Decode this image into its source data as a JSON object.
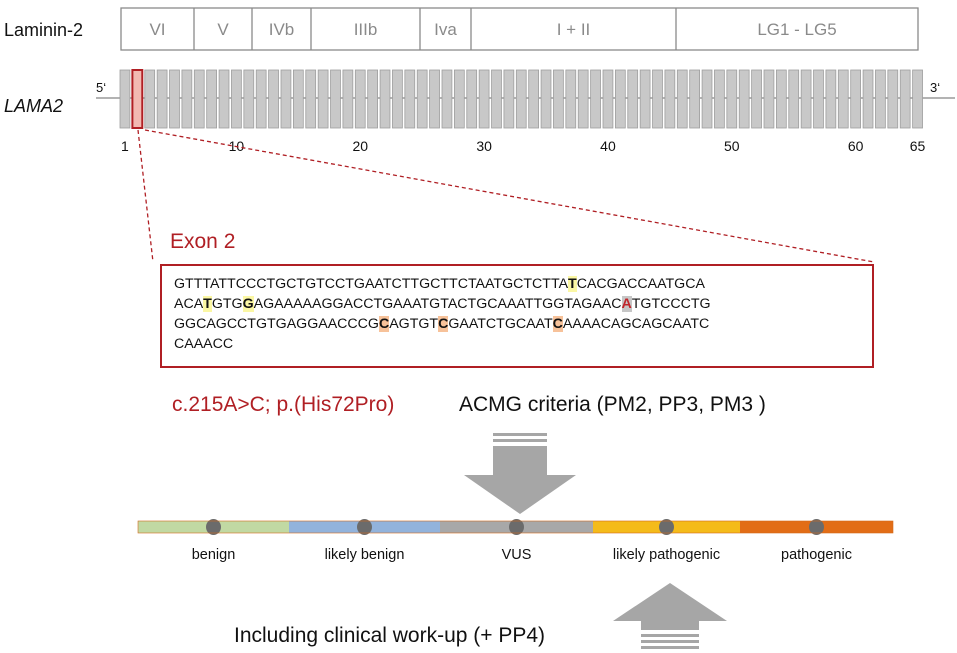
{
  "protein": {
    "label": "Laminin-2",
    "domains": [
      "VI",
      "V",
      "IVb",
      "IIIb",
      "Iva",
      "I + II",
      "LG1 - LG5"
    ]
  },
  "gene": {
    "label": "LAMA2",
    "five_prime": "5‘",
    "three_prime": "3‘",
    "exon_count": 65,
    "highlighted_exon": 2,
    "ticks": [
      "1",
      "10",
      "20",
      "30",
      "40",
      "50",
      "60",
      "65"
    ]
  },
  "exon_detail": {
    "title": "Exon 2",
    "sequence_lines": [
      [
        {
          "t": "GTTTATTCCCTGCTGTCCTGAATCTTGCTTCTAATGCTCTTA"
        },
        {
          "t": "T",
          "h": "yellow"
        },
        {
          "t": "CACGACCAATGCA"
        }
      ],
      [
        {
          "t": "ACA"
        },
        {
          "t": "T",
          "h": "yellow"
        },
        {
          "t": "GTG"
        },
        {
          "t": "G",
          "h": "yellow"
        },
        {
          "t": "AGAAAAAGGACCTGAAATGTACTGCAAATTGGTAGAAC"
        },
        {
          "t": "A",
          "h": "gray"
        },
        {
          "t": "TGTCCCTG"
        }
      ],
      [
        {
          "t": "GGCAGCCTGTGAGGAACCCG"
        },
        {
          "t": "C",
          "h": "orange"
        },
        {
          "t": "AGTGT"
        },
        {
          "t": "C",
          "h": "orange"
        },
        {
          "t": "GAATCTGCAAT"
        },
        {
          "t": "C",
          "h": "orange"
        },
        {
          "t": "AAAACAGCAGCAATC"
        }
      ],
      [
        {
          "t": "CAAACC"
        }
      ]
    ]
  },
  "variant": "c.215A>C; p.(His72Pro)",
  "acmg_text": "ACMG criteria (PM2, PP3, PM3 )",
  "classification": {
    "segments": [
      {
        "label": "benign",
        "color": "#c1d9a3"
      },
      {
        "label": "likely benign",
        "color": "#92b3dc"
      },
      {
        "label": "VUS",
        "color": "#a8a8a8"
      },
      {
        "label": "likely pathogenic",
        "color": "#f4bb1a"
      },
      {
        "label": "pathogenic",
        "color": "#e26d16"
      }
    ]
  },
  "workup_text": "Including clinical work-up (+ PP4)",
  "colors": {
    "accent_red": "#b01f24",
    "exon_fill": "#c8c8c8",
    "arrow": "#a6a6a6"
  }
}
